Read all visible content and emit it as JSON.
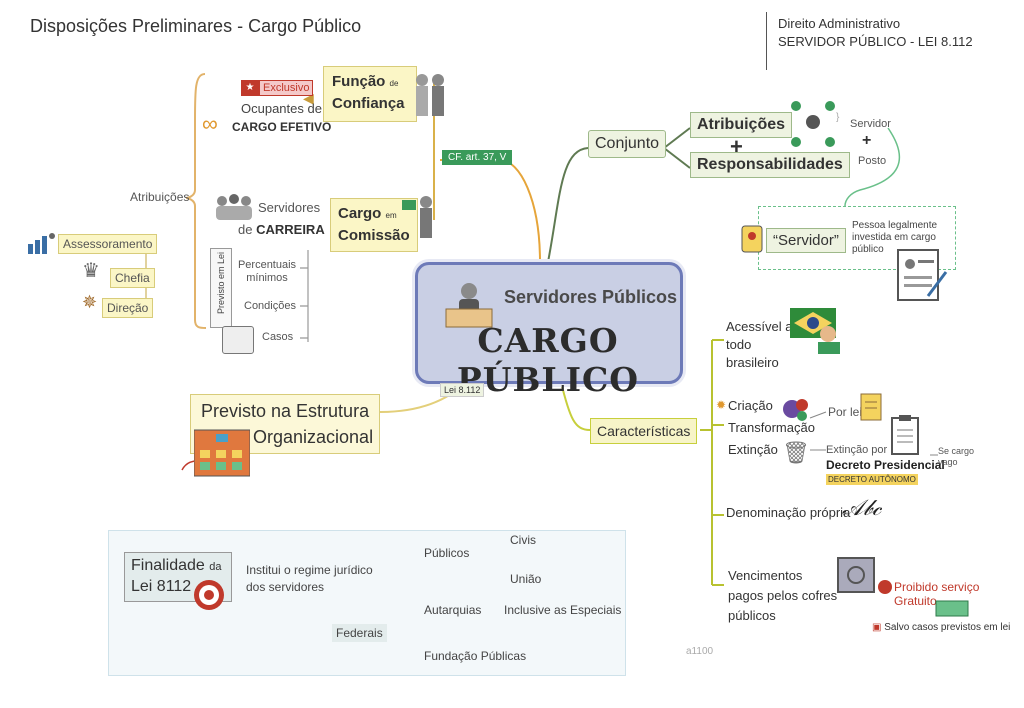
{
  "header": {
    "title": "Disposições Preliminares - Cargo Público",
    "subject": "Direito Administrativo",
    "topic": "SERVIDOR PÚBLICO - LEI 8.112"
  },
  "central": {
    "subtitle": "Servidores Públicos",
    "title": "CARGO PÚBLICO",
    "law_tag": "Lei 8.112"
  },
  "left": {
    "atribuicoes_label": "Atribuições",
    "items": [
      "Assessoramento",
      "Chefia",
      "Direção"
    ],
    "funcao": {
      "line1": "Função",
      "de": "de",
      "line2": "Confiança"
    },
    "exclusivo": "Exclusivo",
    "ocupantes": "Ocupantes de",
    "cargo_efetivo": "CARGO EFETIVO",
    "cargo": {
      "line1": "Cargo",
      "em": "em",
      "line2": "Comissão"
    },
    "servidores_de": "Servidores",
    "de": "de",
    "carreira": "CARREIRA",
    "previsto_lei": "Previsto em Lei",
    "sub_items": [
      "Percentuais mínimos",
      "Condições",
      "Casos"
    ],
    "cf_tag": "CF. art. 37, V"
  },
  "estrutura": {
    "line1": "Previsto na Estrutura",
    "line2": "Organizacional"
  },
  "right_top": {
    "conjunto": "Conjunto",
    "atribuicoes": "Atribuições",
    "plus": "+",
    "responsabilidades": "Responsabilidades",
    "servidor_label": "Servidor",
    "posto_label": "Posto",
    "servidor_box": "“Servidor”",
    "servidor_def": "Pessoa legalmente investida em cargo público"
  },
  "caracteristicas": {
    "label": "Características",
    "acessivel": "Acessível a todo brasileiro",
    "criacao": "Criação",
    "transformacao": "Transformação",
    "extincao": "Extinção",
    "por_lei": "Por lei",
    "extincao_por": "Extinção por",
    "decreto": "Decreto Presidencial",
    "decreto_autonomo": "DECRETO AUTÔNOMO",
    "se_vago": "Se cargo vago",
    "denominacao": "Denominação própria",
    "vencimentos": "Vencimentos pagos pelos cofres públicos",
    "proibido": "Proibido serviço Gratuito",
    "salvo": "Salvo casos previstos em lei"
  },
  "finalidade": {
    "title_line1": "Finalidade",
    "da": "da",
    "title_line2": "Lei 8112",
    "text": "Institui o regime jurídico dos servidores",
    "publicos": "Públicos",
    "civis": "Civis",
    "uniao": "União",
    "autarquias": "Autarquias",
    "especiais": "Inclusive as Especiais",
    "federais": "Federais",
    "fundacao": "Fundação Públicas"
  },
  "watermark": "a1100",
  "colors": {
    "accent": "#6d7ab8",
    "yellow": "#fbf6c6",
    "green": "#eef3e1",
    "red": "#c0392b"
  }
}
